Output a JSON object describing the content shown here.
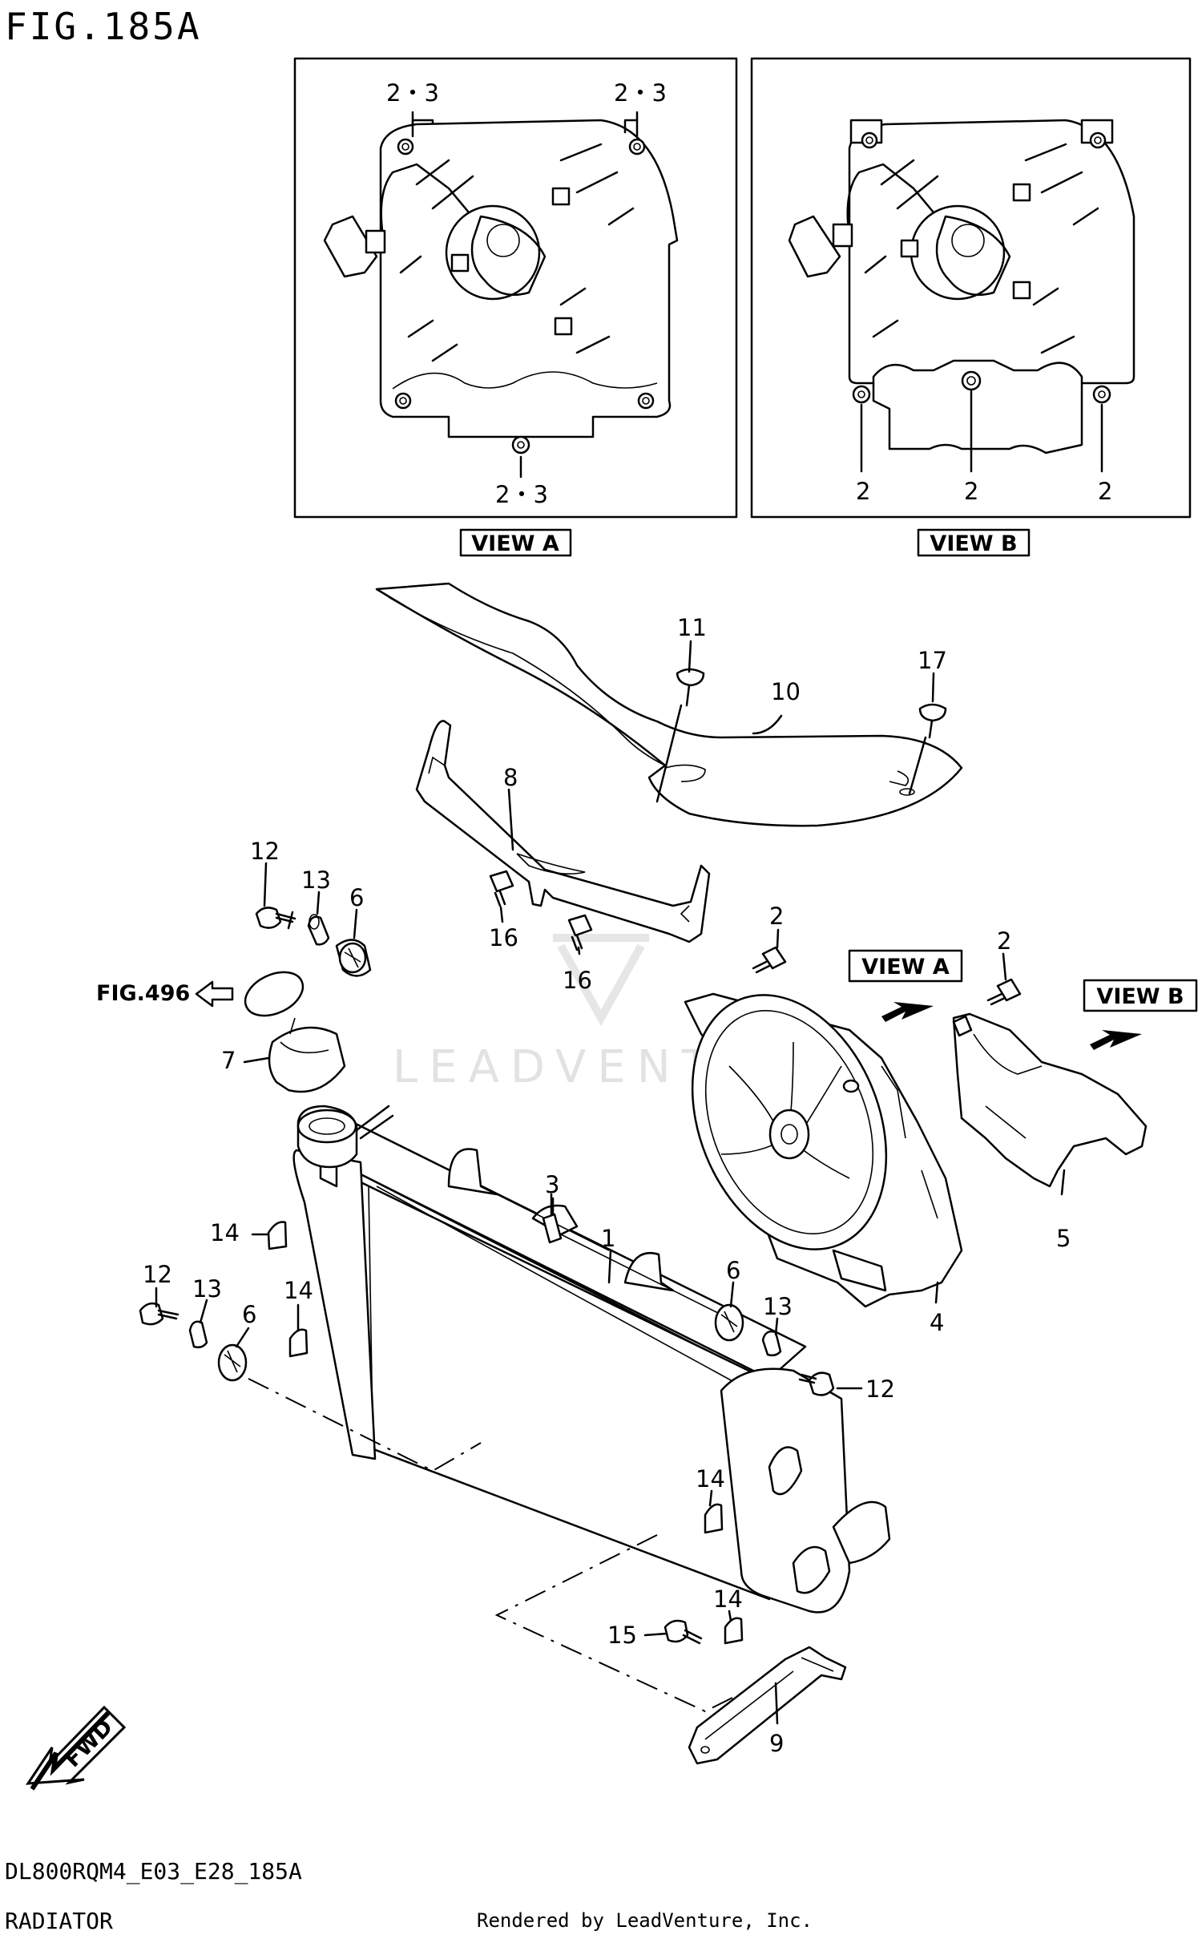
{
  "figure": {
    "title": "FIG.185A",
    "model_code": "DL800RQM4_E03_E28_185A",
    "section_name": "RADIATOR",
    "credit": "Rendered by LeadVenture, Inc.",
    "watermark": "LEADVENTURE"
  },
  "views": {
    "view_a": {
      "label": "VIEW A",
      "callouts": [
        "2・3",
        "2・3",
        "2・3"
      ]
    },
    "view_b": {
      "label": "VIEW B",
      "callouts": [
        "2",
        "2",
        "2"
      ]
    }
  },
  "references": {
    "fig_ref": "FIG.496",
    "fwd": "FWD"
  },
  "parts": {
    "p1": "1",
    "p2a": "2",
    "p2b": "2",
    "p3": "3",
    "p4": "4",
    "p5": "5",
    "p6a": "6",
    "p6b": "6",
    "p6c": "6",
    "p7": "7",
    "p8": "8",
    "p9": "9",
    "p10": "10",
    "p11": "11",
    "p12a": "12",
    "p12b": "12",
    "p12c": "12",
    "p13a": "13",
    "p13b": "13",
    "p13c": "13",
    "p14a": "14",
    "p14b": "14",
    "p14c": "14",
    "p14d": "14",
    "p15": "15",
    "p16a": "16",
    "p16b": "16",
    "p17": "17"
  },
  "colors": {
    "line": "#000000",
    "background": "#ffffff",
    "watermark": "#e2e2e2"
  }
}
